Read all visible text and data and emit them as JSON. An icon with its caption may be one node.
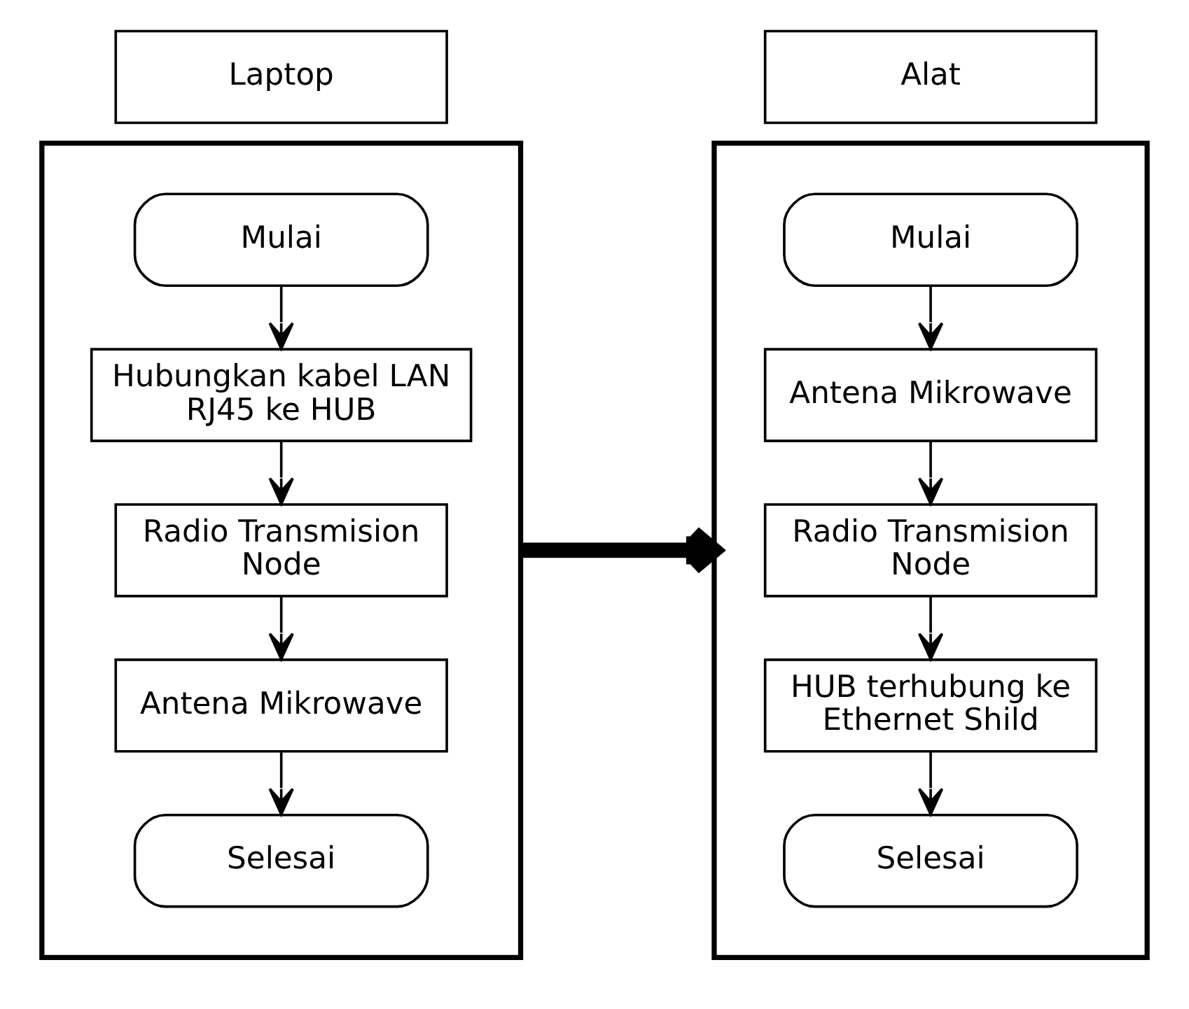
{
  "diagram": {
    "nodes": [
      {
        "text": [
          "Laptop"
        ]
      },
      {
        "text": [],
        "shape": "box"
      },
      {
        "text": [
          "Mulai"
        ],
        "in": 1
      },
      {
        "text": [
          "Hubungkan kabel LAN RJ45 ke HUB"
        ],
        "in": 1
      },
      {
        "text": [
          "Radio Transmision Node"
        ],
        "in": 1
      },
      {
        "text": [
          "Antena Mikrowave"
        ],
        "in": 1
      },
      {
        "text": [
          "Selesai"
        ],
        "in": 1
      },
      {
        "text": [
          "Alat"
        ]
      },
      {
        "text": [],
        "shape": "box"
      },
      {
        "text": [
          "Mulai"
        ],
        "in": 8
      },
      {
        "text": [
          "Antena Mikrowave"
        ],
        "in": 8
      },
      {
        "text": [
          "Radio Transmision Node"
        ],
        "in": 8
      },
      {
        "text": [
          "HUB terhubung ke Ethernet Shild"
        ],
        "in": 8
      },
      {
        "text": [
          "Selesai"
        ],
        "in": 8
      }
    ],
    "edges": [
      {
        "from": 2,
        "to": 3,
        "arrow": "to"
      },
      {
        "from": 3,
        "to": 4,
        "arrow": "to"
      },
      {
        "from": 4,
        "to": 5,
        "arrow": "to"
      },
      {
        "from": 5,
        "to": 6,
        "arrow": "to"
      },
      {
        "from": 1,
        "to": 8,
        "arrow": "to",
        "style": "thick"
      },
      {
        "from": 9,
        "to": 10,
        "arrow": "to"
      },
      {
        "from": 10,
        "to": 11,
        "arrow": "to"
      },
      {
        "from": 11,
        "to": 12,
        "arrow": "to"
      },
      {
        "from": 12,
        "to": 13,
        "arrow": "to"
      }
    ]
  }
}
